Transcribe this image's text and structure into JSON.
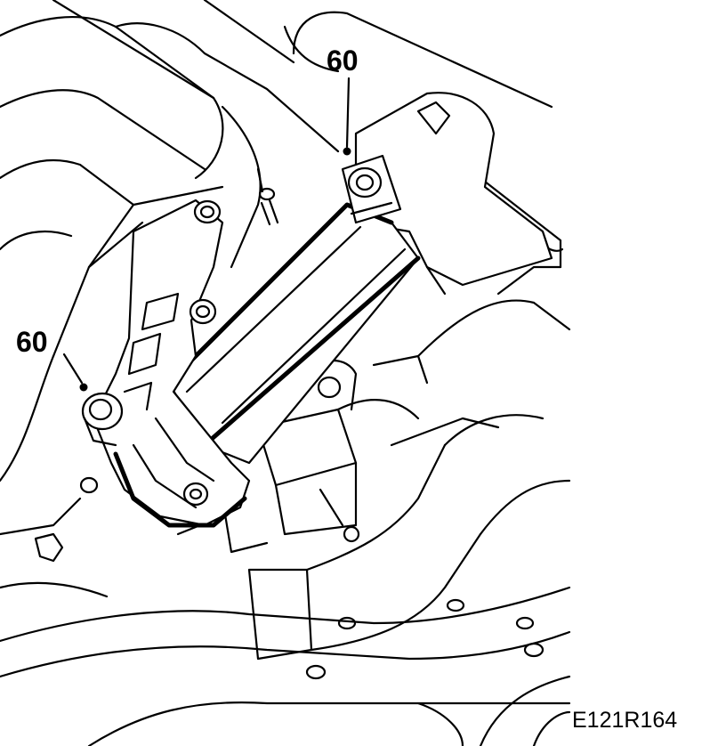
{
  "callouts": [
    {
      "value": "60"
    },
    {
      "value": "60"
    }
  ],
  "figure_ref": "E121R164"
}
